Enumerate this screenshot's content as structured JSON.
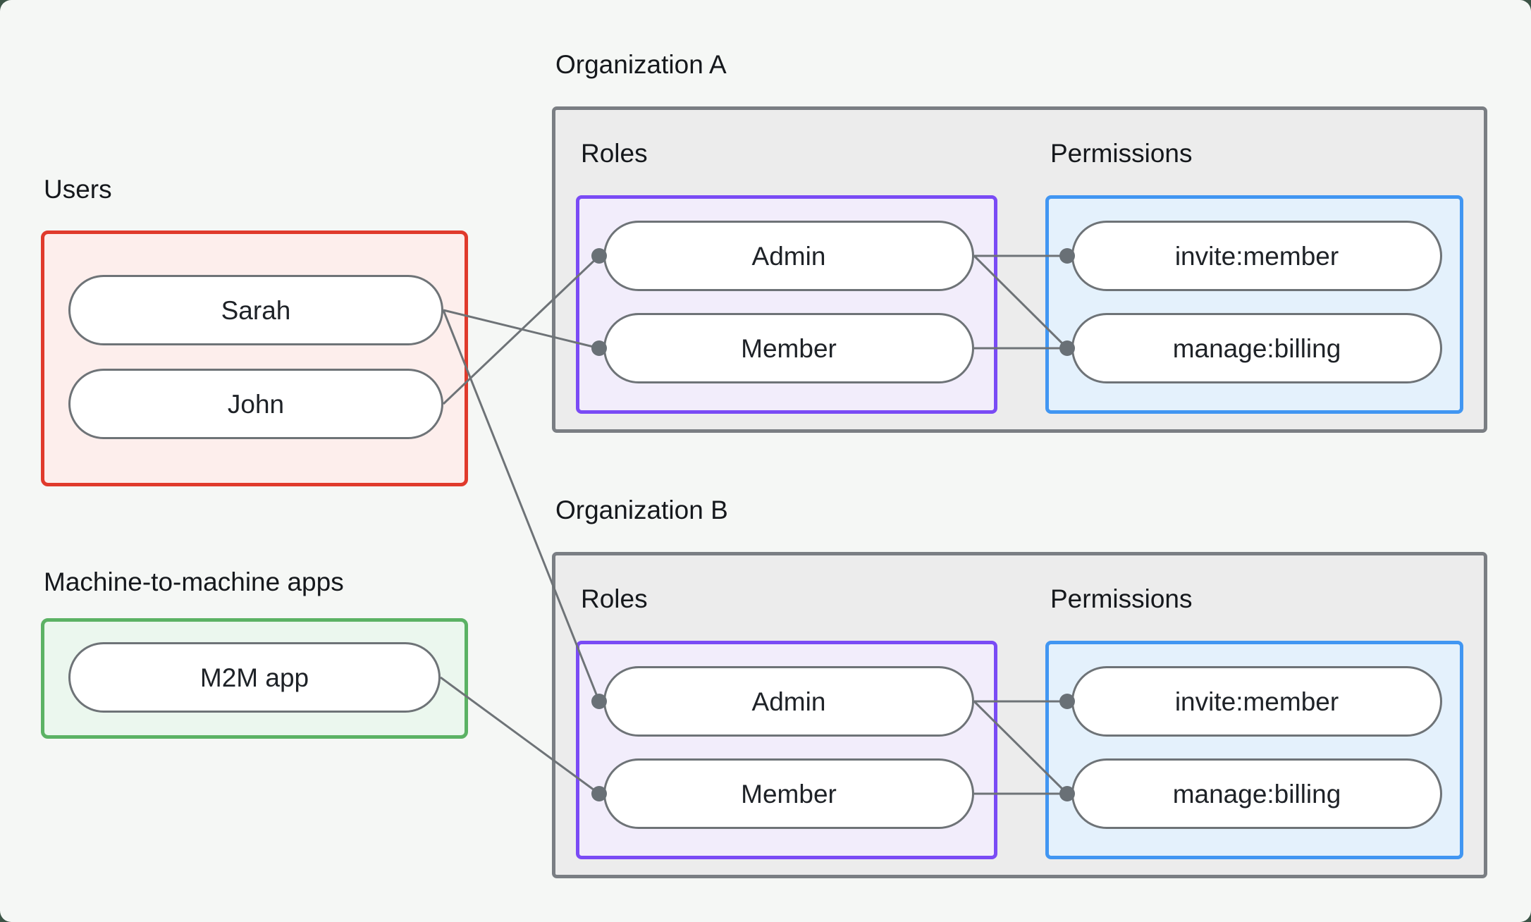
{
  "users": {
    "label": "Users",
    "items": [
      "Sarah",
      "John"
    ]
  },
  "m2m": {
    "label": "Machine-to-machine apps",
    "items": [
      "M2M app"
    ]
  },
  "orgs": [
    {
      "title": "Organization A",
      "roles_label": "Roles",
      "permissions_label": "Permissions",
      "roles": [
        "Admin",
        "Member"
      ],
      "permissions": [
        "invite:member",
        "manage:billing"
      ]
    },
    {
      "title": "Organization B",
      "roles_label": "Roles",
      "permissions_label": "Permissions",
      "roles": [
        "Admin",
        "Member"
      ],
      "permissions": [
        "invite:member",
        "manage:billing"
      ]
    }
  ],
  "edges": [
    {
      "from": "Sarah",
      "to": "Organization A / Member"
    },
    {
      "from": "John",
      "to": "Organization A / Admin"
    },
    {
      "from": "Sarah",
      "to": "Organization B / Admin"
    },
    {
      "from": "M2M app",
      "to": "Organization B / Member"
    },
    {
      "from": "Organization A / Admin",
      "to": "Organization A / invite:member"
    },
    {
      "from": "Organization A / Admin",
      "to": "Organization A / manage:billing"
    },
    {
      "from": "Organization A / Member",
      "to": "Organization A / manage:billing"
    },
    {
      "from": "Organization B / Admin",
      "to": "Organization B / invite:member"
    },
    {
      "from": "Organization B / Admin",
      "to": "Organization B / manage:billing"
    },
    {
      "from": "Organization B / Member",
      "to": "Organization B / manage:billing"
    }
  ],
  "colors": {
    "page_background": "#f5f7f5",
    "behind_page": "#3c5446",
    "users_border": "#e03a2c",
    "users_fill": "#fdeeec",
    "m2m_border": "#5bb264",
    "m2m_fill": "#ebf7ee",
    "org_border": "#7a7e83",
    "org_fill": "#ececec",
    "roles_border": "#7a4bf5",
    "roles_fill": "#f2edfb",
    "permissions_border": "#4196f2",
    "permissions_fill": "#e4f1fc",
    "node_border": "#6e7377",
    "wire": "#6e7377",
    "text": "#1b1e22"
  }
}
